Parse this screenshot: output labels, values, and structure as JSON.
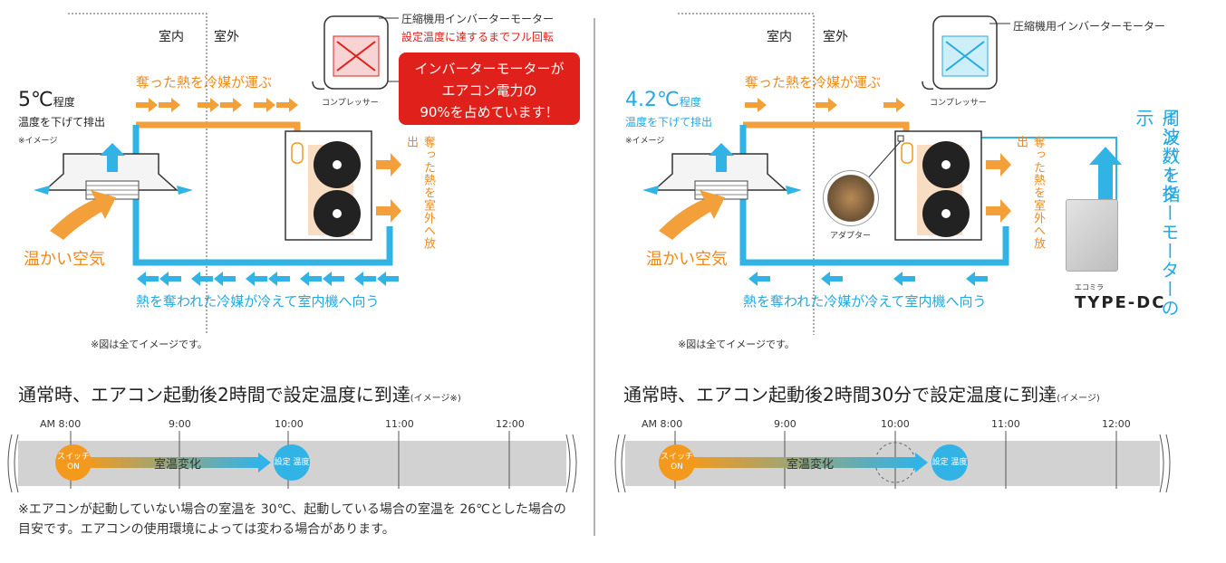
{
  "left": {
    "indoor_label": "室内",
    "outdoor_label": "室外",
    "compressor_motor_label": "圧縮機用インバーターモーター",
    "compressor_motor_note": "設定温度に達するまでフル回転",
    "compressor_label": "コンプレッサー",
    "callout_line1": "インバーターモーターが",
    "callout_line2": "エアコン電力の",
    "callout_line3": "90%を占めています！",
    "temp_big": "5℃",
    "temp_suffix": "程度",
    "temp_desc": "温度を下げて排出",
    "image_note": "※イメージ",
    "heat_carry": "奪った熱を冷媒が運ぶ",
    "heat_release": "奪った熱を室外へ放出",
    "warm_air": "温かい空気",
    "return_flow": "熱を奪われた冷媒が冷えて室内機へ向う",
    "all_image_note": "※図は全てイメージです。",
    "heading": "通常時、エアコン起動後2時間で設定温度に到達",
    "heading_note": "(イメージ※)",
    "times": [
      "AM  8:00",
      "9:00",
      "10:00",
      "11:00",
      "12:00"
    ],
    "switch_label": "スイッチ ON",
    "room_change": "室温変化",
    "target_label": "設定 温度",
    "footnote": "※エアコンが起動していない場合の室温を 30℃、起動している場合の室温を 26℃とした場合の目安です。エアコンの使用環境によっては変わる場合があります。"
  },
  "right": {
    "indoor_label": "室内",
    "outdoor_label": "室外",
    "compressor_motor_label": "圧縮機用インバーターモーター",
    "compressor_label": "コンプレッサー",
    "temp_big": "4.2℃",
    "temp_suffix": "程度",
    "temp_desc": "温度を下げて排出",
    "image_note": "※イメージ",
    "heat_carry": "奪った熱を冷媒が運ぶ",
    "heat_release": "奪った熱を室外へ放出",
    "adapter_label": "アダプター",
    "warm_air": "温かい空気",
    "return_flow": "熱を奪われた冷媒が冷えて室内機へ向う",
    "frequency_label": "周波数を指示",
    "inverter_label": "インバーターモーターの",
    "brand_small": "エコミラ",
    "brand_big": "TYPE-DC",
    "all_image_note": "※図は全てイメージです。",
    "heading": "通常時、エアコン起動後2時間30分で設定温度に到達",
    "heading_note": "(イメージ)",
    "times": [
      "AM  8:00",
      "9:00",
      "10:00",
      "11:00",
      "12:00"
    ],
    "switch_label": "スイッチ ON",
    "room_change": "室温変化",
    "target_label": "設定 温度"
  },
  "colors": {
    "orange": "#ef8a1c",
    "blue": "#26a8e0",
    "red": "#e0201a",
    "timeline_gray": "#d2d2d2"
  }
}
